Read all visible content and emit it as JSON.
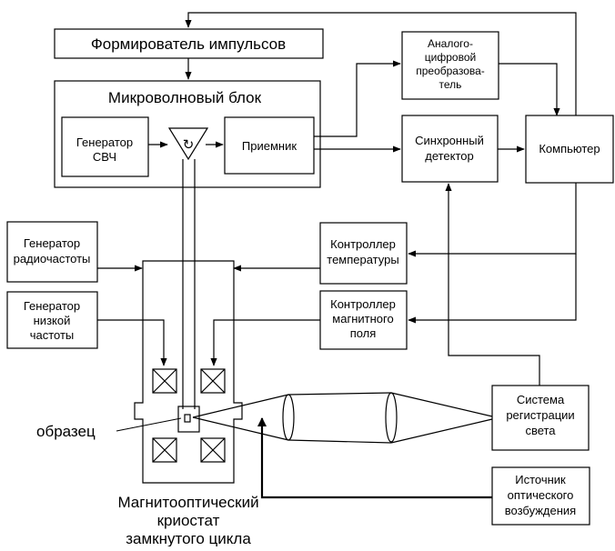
{
  "blocks": {
    "pulse_former": "Формирователь импульсов",
    "microwave_block": "Микроволновый блок",
    "microwave_generator": [
      "Генератор",
      "СВЧ"
    ],
    "receiver": "Приемник",
    "adc": [
      "Аналого-",
      "цифровой",
      "преобразова-",
      "тель"
    ],
    "sync_detector": [
      "Синхронный",
      "детектор"
    ],
    "computer": "Компьютер",
    "rf_generator": [
      "Генератор",
      "радиочастоты"
    ],
    "temp_controller": [
      "Контроллер",
      "температуры"
    ],
    "lf_generator": [
      "Генератор",
      "низкой",
      "частоты"
    ],
    "field_controller": [
      "Контроллер",
      "магнитного",
      "поля"
    ],
    "light_registration": [
      "Система",
      "регистрации",
      "света"
    ],
    "optical_source": [
      "Источник",
      "оптического",
      "возбуждения"
    ]
  },
  "labels": {
    "sample": "образец",
    "cryostat": [
      "Магнитооптический",
      "криостат",
      "замкнутого цикла"
    ],
    "circulator_symbol": "↻"
  }
}
